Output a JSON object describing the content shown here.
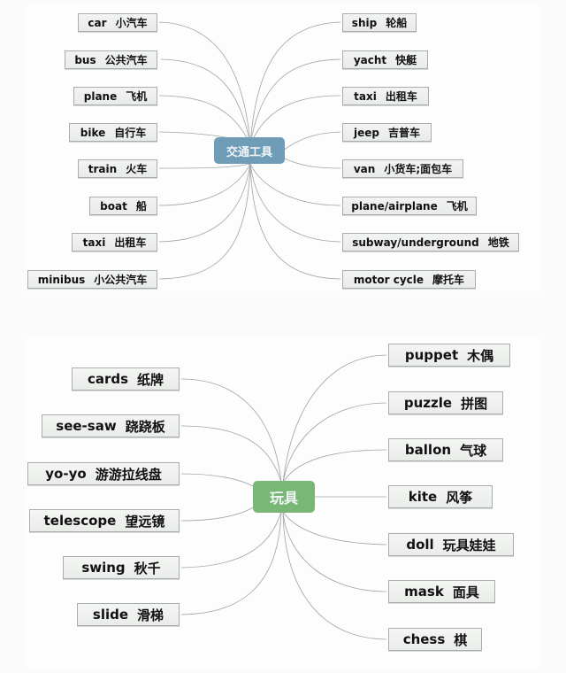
{
  "transport": {
    "center": "交通工具",
    "color": "#6f9db7",
    "left": [
      {
        "en": "car",
        "zh": "小汽车"
      },
      {
        "en": "bus",
        "zh": "公共汽车"
      },
      {
        "en": "plane",
        "zh": "飞机"
      },
      {
        "en": "bike",
        "zh": "自行车"
      },
      {
        "en": "train",
        "zh": "火车"
      },
      {
        "en": "boat",
        "zh": "船"
      },
      {
        "en": "taxi",
        "zh": "出租车"
      },
      {
        "en": "minibus",
        "zh": "小公共汽车"
      }
    ],
    "right": [
      {
        "en": "ship",
        "zh": "轮船"
      },
      {
        "en": "yacht",
        "zh": "快艇"
      },
      {
        "en": "taxi",
        "zh": "出租车"
      },
      {
        "en": "jeep",
        "zh": "吉普车"
      },
      {
        "en": "van",
        "zh": "小货车;面包车"
      },
      {
        "en": "plane/airplane",
        "zh": "飞机"
      },
      {
        "en": "subway/underground",
        "zh": "地铁"
      },
      {
        "en": "motor cycle",
        "zh": "摩托车"
      }
    ]
  },
  "toys": {
    "center": "玩具",
    "color": "#78b775",
    "left": [
      {
        "en": "cards",
        "zh": "纸牌"
      },
      {
        "en": "see-saw",
        "zh": "跷跷板"
      },
      {
        "en": "yo-yo",
        "zh": "游游拉线盘"
      },
      {
        "en": "telescope",
        "zh": "望远镜"
      },
      {
        "en": "swing",
        "zh": "秋千"
      },
      {
        "en": "slide",
        "zh": "滑梯"
      }
    ],
    "right": [
      {
        "en": "puppet",
        "zh": "木偶"
      },
      {
        "en": "puzzle",
        "zh": "拼图"
      },
      {
        "en": "ballon",
        "zh": "气球"
      },
      {
        "en": "kite",
        "zh": "风筝"
      },
      {
        "en": "doll",
        "zh": "玩具娃娃"
      },
      {
        "en": "mask",
        "zh": "面具"
      },
      {
        "en": "chess",
        "zh": "棋"
      }
    ]
  }
}
